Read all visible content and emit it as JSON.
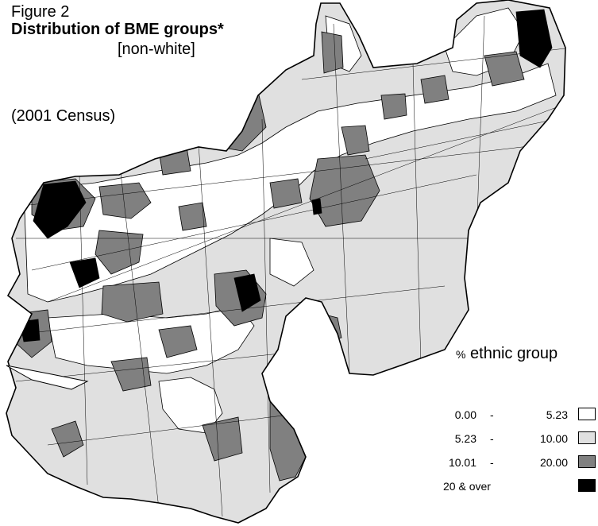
{
  "figure_label": "Figure 2",
  "title": "Distribution of BME groups*",
  "subtitle": "[non-white]",
  "census_note": "(2001 Census)",
  "legend": {
    "pct_symbol": "%",
    "title": "ethnic group",
    "classes": [
      {
        "low": "0.00",
        "sep": "-",
        "high": "5.23",
        "color": "#ffffff"
      },
      {
        "low": "5.23",
        "sep": "-",
        "high": "10.00",
        "color": "#e0e0e0"
      },
      {
        "low": "10.01",
        "sep": "-",
        "high": "20.00",
        "color": "#808080"
      },
      {
        "low": "20 & over",
        "sep": "",
        "high": "",
        "color": "#000000"
      }
    ]
  }
}
